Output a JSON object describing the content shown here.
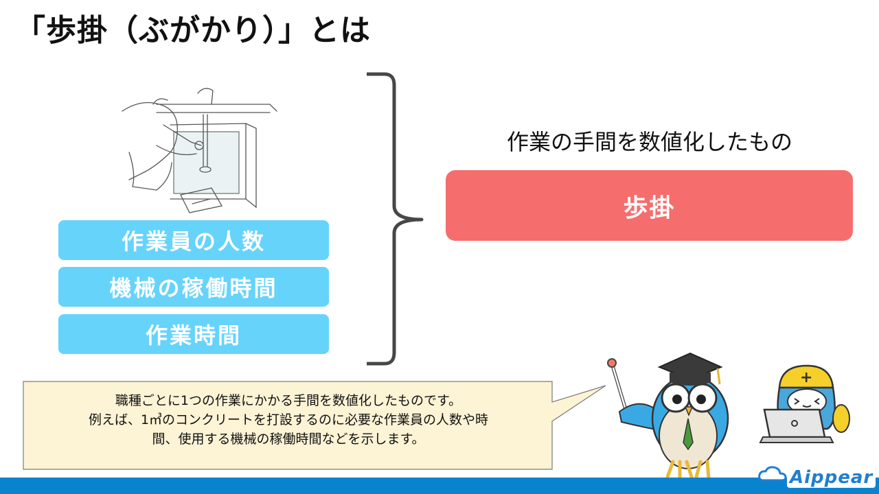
{
  "title": "「歩掛（ぶがかり）」とは",
  "factors": [
    {
      "label": "作業員の人数"
    },
    {
      "label": "機械の稼働時間"
    },
    {
      "label": "作業時間"
    }
  ],
  "right": {
    "description": "作業の手間を数値化したもの",
    "result_label": "歩掛"
  },
  "explanation": {
    "lines": [
      "職種ごとに1つの作業にかかる手間を数値化したものです。",
      "例えば、1㎥のコンクリートを打設するのに必要な作業員の人数や時",
      "間、使用する機械の稼働時間などを示します。"
    ]
  },
  "footer": {
    "logo_text": "Aippear"
  },
  "colors": {
    "factor_box": "#66d3fb",
    "result_box": "#f66d6e",
    "callout_fill": "#fdf3d5",
    "footer_bar": "#0a83cf"
  }
}
